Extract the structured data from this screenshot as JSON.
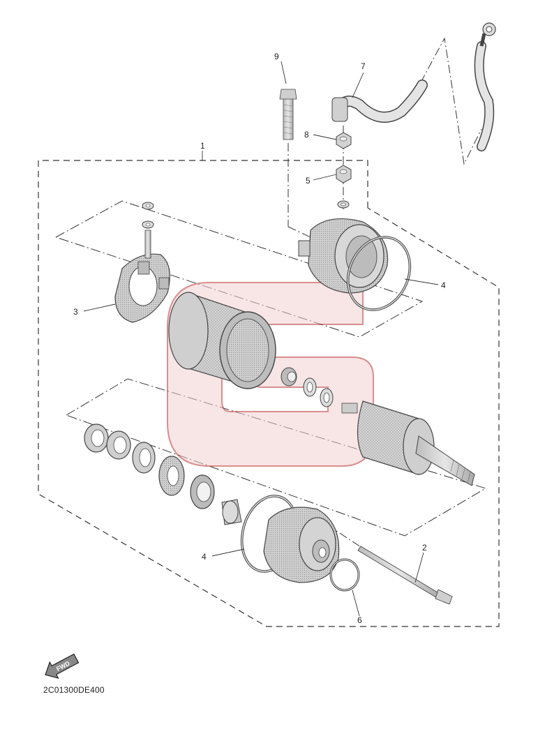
{
  "diagram": {
    "callouts": {
      "c1": "1",
      "c2": "2",
      "c3": "3",
      "c4a": "4",
      "c4b": "4",
      "c5": "5",
      "c6": "6",
      "c7": "7",
      "c8": "8",
      "c9": "9"
    },
    "fwd_label": "FWD",
    "drawing_code": "2C01300DE400"
  },
  "colors": {
    "line": "#333333",
    "part_fill": "#d6d6d6",
    "watermark": "#d98a8a"
  },
  "icons": [
    "fwd-arrow-icon",
    "watermark-logo"
  ]
}
